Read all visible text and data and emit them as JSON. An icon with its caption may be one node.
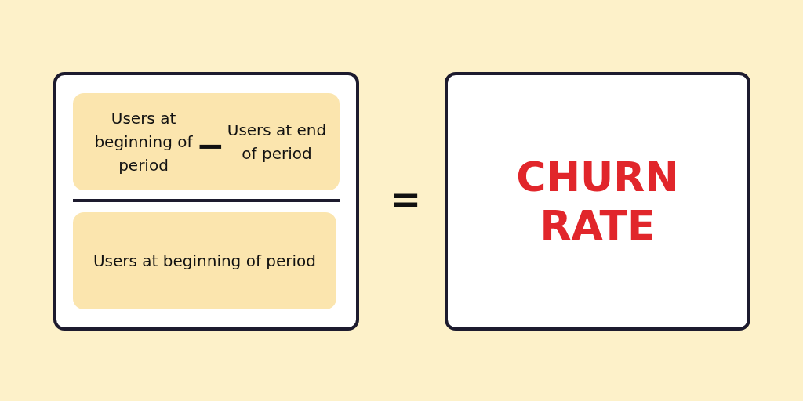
{
  "diagram": {
    "nodes": [
      {
        "text": [],
        "shape": "box"
      },
      {
        "text": [
          "Users at beginning of period",
          "Users at end of period"
        ],
        "in": 0
      },
      {
        "text": [
          "Users at beginning of period"
        ],
        "in": 0
      },
      {
        "text": [
          "CHURN RATE"
        ]
      }
    ],
    "labels": [
      "−",
      "="
    ]
  }
}
